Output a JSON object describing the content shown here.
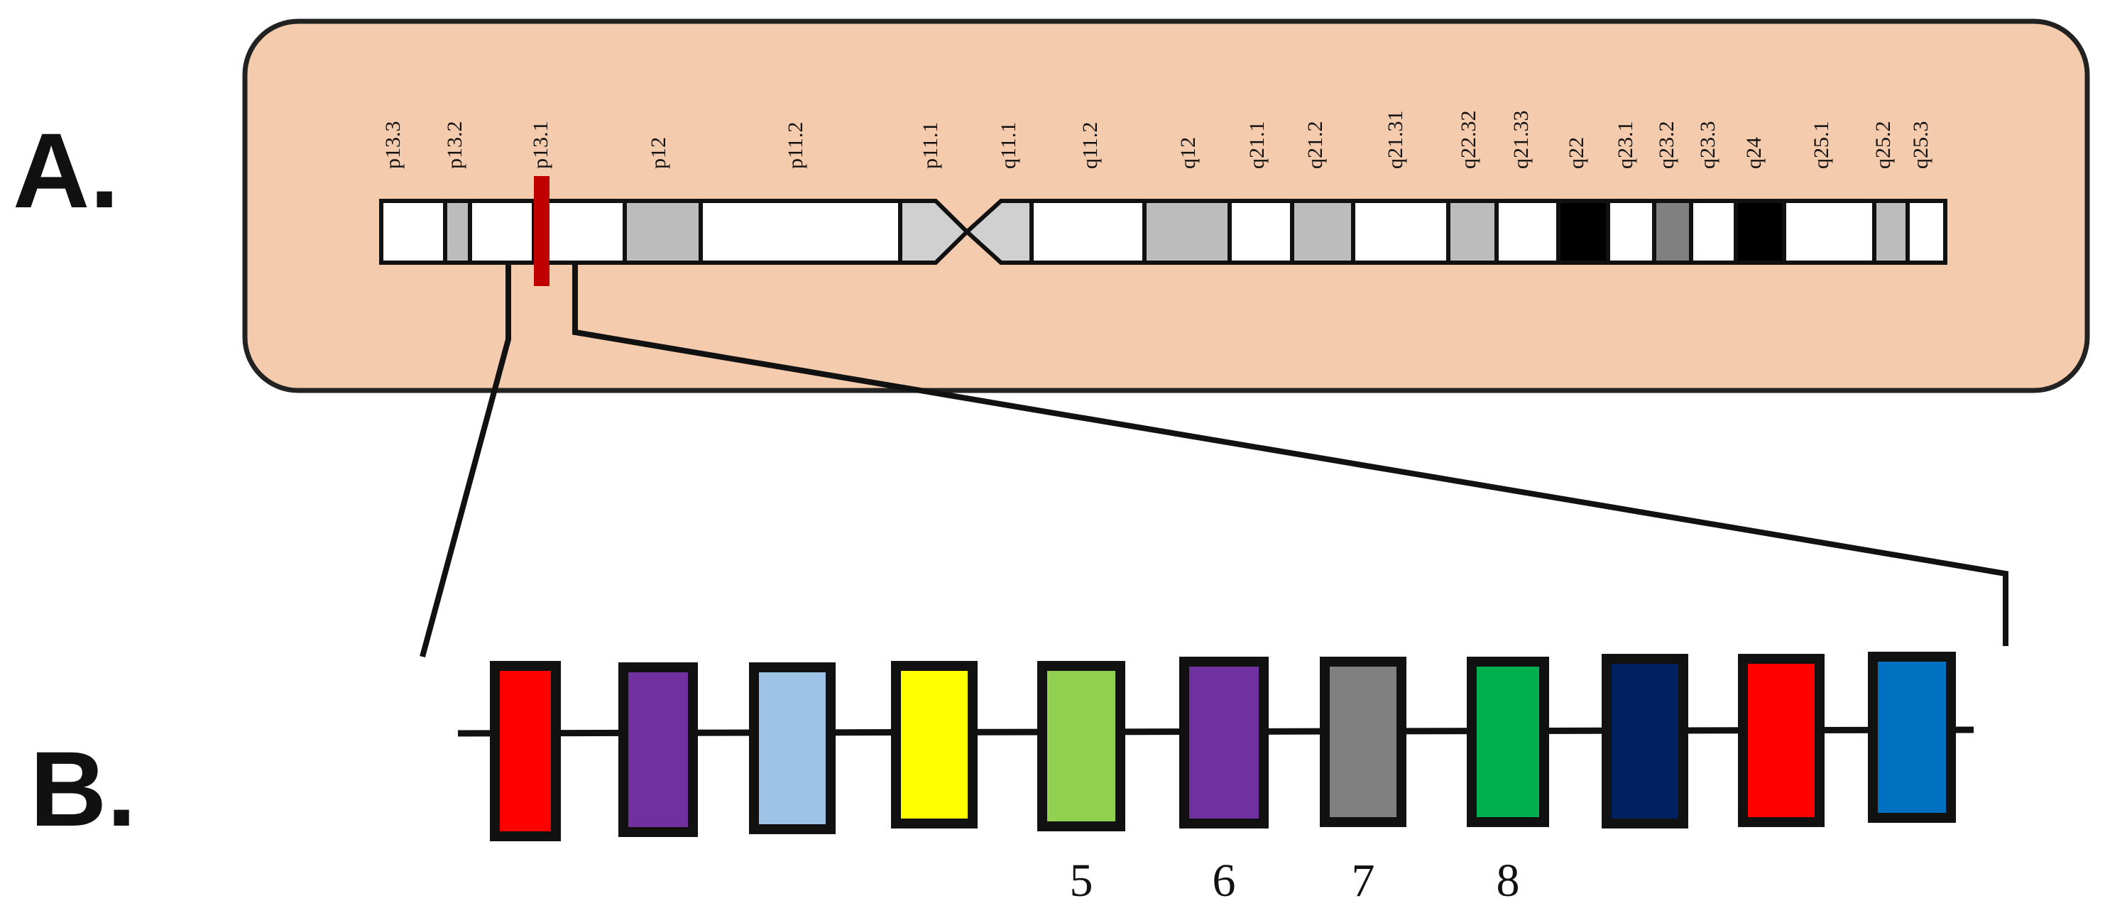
{
  "panels": {
    "a_label": "A.",
    "b_label": "B."
  },
  "colors": {
    "panel_bg": "#f5cbae",
    "panel_stroke": "#222222",
    "band_white": "#ffffff",
    "band_light": "#d0d0d0",
    "band_gray": "#bcbcbc",
    "band_dark": "#808080",
    "band_black": "#000000",
    "highlight": "#c00000",
    "line": "#111111"
  },
  "chromosome": {
    "band_labels": [
      "p13.3",
      "p13.2",
      "p13.1",
      "p12",
      "p11.2",
      "p11.1",
      "q11.1",
      "q11.2",
      "q12",
      "q21.1",
      "q21.2",
      "q21.31",
      "q22.32",
      "q21.33",
      "q22",
      "q23.1",
      "q23.2",
      "q23.3",
      "q24",
      "q25.1",
      "q25.2",
      "q25.3"
    ],
    "p_arm_bands": [
      "white",
      "gray",
      "white",
      "white",
      "gray",
      "white"
    ],
    "q_arm_bands": [
      "white",
      "gray",
      "white",
      "gray",
      "white",
      "gray",
      "white",
      "black",
      "white",
      "dark",
      "white",
      "black",
      "white",
      "gray",
      "white"
    ]
  },
  "gene": {
    "exons": [
      {
        "fill": "#ff0000",
        "label": ""
      },
      {
        "fill": "#7030a0",
        "label": ""
      },
      {
        "fill": "#9dc3e6",
        "label": ""
      },
      {
        "fill": "#ffff00",
        "label": ""
      },
      {
        "fill": "#92d050",
        "label": "5"
      },
      {
        "fill": "#7030a0",
        "label": "6"
      },
      {
        "fill": "#808080",
        "label": "7"
      },
      {
        "fill": "#00b050",
        "label": "8"
      },
      {
        "fill": "#002060",
        "label": ""
      },
      {
        "fill": "#ff0000",
        "label": ""
      },
      {
        "fill": "#0070c0",
        "label": ""
      }
    ]
  }
}
